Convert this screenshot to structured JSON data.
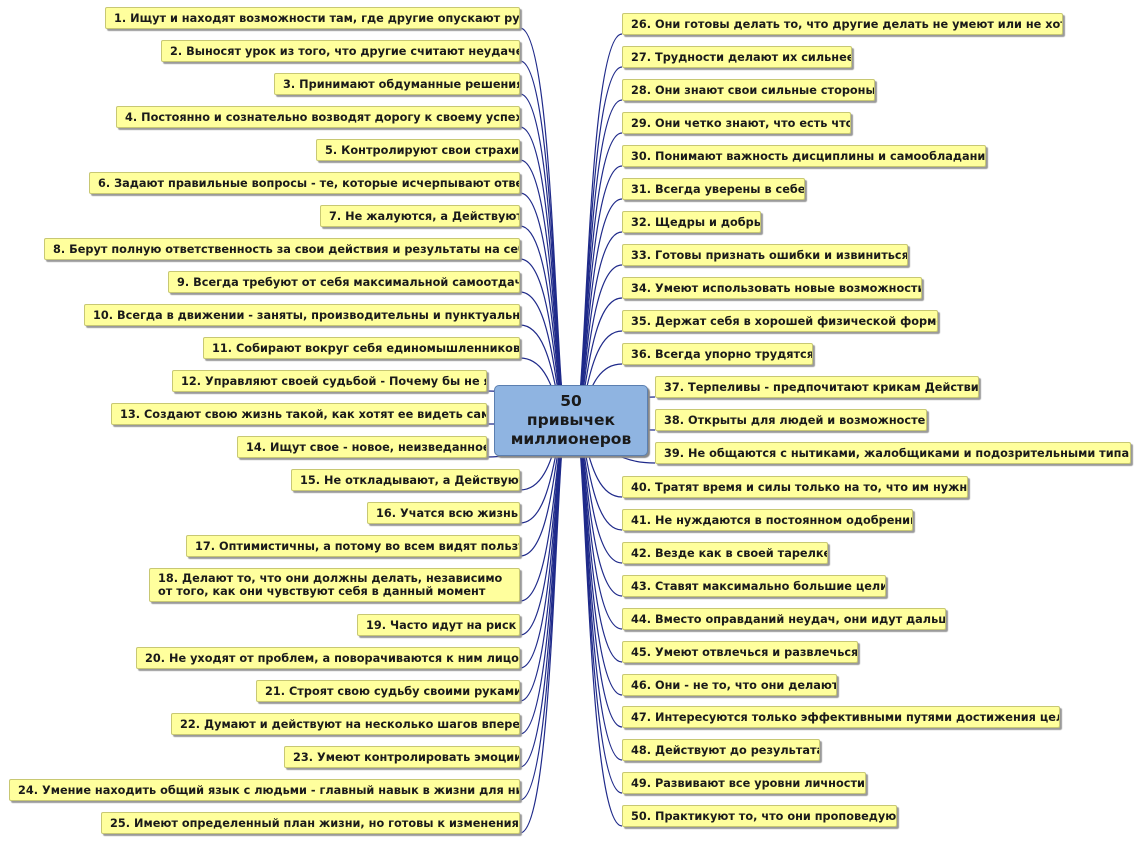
{
  "central": {
    "line1": "50",
    "line2": "привычек",
    "line3": "миллионеров"
  },
  "left": [
    {
      "num": "1.",
      "text": "Ищут и находят возможности там, где другие опускают руки"
    },
    {
      "num": "2.",
      "text": "Выносят урок из того, что другие считают неудачей"
    },
    {
      "num": "3.",
      "text": "Принимают обдуманные решения"
    },
    {
      "num": "4.",
      "text": "Постоянно и сознательно возводят дорогу к своему успеху"
    },
    {
      "num": "5.",
      "text": "Контролируют свои страхи"
    },
    {
      "num": "6.",
      "text": "Задают правильные вопросы - те, которые исчерпывают ответ"
    },
    {
      "num": "7.",
      "text": "Не жалуются, а Действуют"
    },
    {
      "num": "8.",
      "text": "Берут полную ответственность за свои действия и результаты на себя"
    },
    {
      "num": "9.",
      "text": "Всегда требуют от себя максимальной самоотдачи"
    },
    {
      "num": "10.",
      "text": "Всегда в движении - заняты, производительны и пунктуальны"
    },
    {
      "num": "11.",
      "text": "Собирают вокруг себя единомышленников"
    },
    {
      "num": "12.",
      "text": "Управляют своей судьбой - Почему бы не я"
    },
    {
      "num": "13.",
      "text": "Создают свою жизнь такой, как хотят ее видеть сами"
    },
    {
      "num": "14.",
      "text": "Ищут свое - новое, неизведанное"
    },
    {
      "num": "15.",
      "text": "Не откладывают, а Действуют"
    },
    {
      "num": "16.",
      "text": "Учатся всю жизнь"
    },
    {
      "num": "17.",
      "text": "Оптимистичны, а потому во всем видят пользу"
    },
    {
      "num": "18.",
      "text": "Делают то, что они должны делать, независимо от того, как они чувствуют себя в данный момент"
    },
    {
      "num": "19.",
      "text": "Часто идут на риск"
    },
    {
      "num": "20.",
      "text": "Не уходят от проблем, а поворачиваются к ним лицом"
    },
    {
      "num": "21.",
      "text": "Строят свою судьбу своими руками"
    },
    {
      "num": "22.",
      "text": "Думают и действуют на несколько шагов вперед"
    },
    {
      "num": "23.",
      "text": "Умеют контролировать эмоции"
    },
    {
      "num": "24.",
      "text": "Умение находить общий язык с людьми - главный навык в жизни для них"
    },
    {
      "num": "25.",
      "text": "Имеют определенный план жизни, но готовы к изменениям"
    }
  ],
  "right": [
    {
      "num": "26.",
      "text": "Они готовы делать то, что другие делать не умеют или не хотят"
    },
    {
      "num": "27.",
      "text": "Трудности делают их сильнее"
    },
    {
      "num": "28.",
      "text": "Они знают свои сильные стороны"
    },
    {
      "num": "29.",
      "text": "Они четко знают, что есть что"
    },
    {
      "num": "30.",
      "text": "Понимают важность дисциплины и самообладания"
    },
    {
      "num": "31.",
      "text": "Всегда уверены в себе"
    },
    {
      "num": "32.",
      "text": "Щедры и добры"
    },
    {
      "num": "33.",
      "text": "Готовы признать ошибки и извиниться"
    },
    {
      "num": "34.",
      "text": "Умеют использовать новые возможности"
    },
    {
      "num": "35.",
      "text": "Держат себя в хорошей физической форме"
    },
    {
      "num": "36.",
      "text": "Всегда упорно трудятся"
    },
    {
      "num": "37.",
      "text": "Терпеливы - предпочитают крикам Действия"
    },
    {
      "num": "38.",
      "text": "Открыты для людей и возможностей"
    },
    {
      "num": "39.",
      "text": "Не общаются с нытиками, жалобщиками и подозрительными типами"
    },
    {
      "num": "40.",
      "text": "Тратят время и силы только на то, что им нужно"
    },
    {
      "num": "41.",
      "text": "Не нуждаются в постоянном одобрении"
    },
    {
      "num": "42.",
      "text": "Везде как в своей тарелке"
    },
    {
      "num": "43.",
      "text": "Ставят максимально большие цели"
    },
    {
      "num": "44.",
      "text": "Вместо оправданий неудач, они идут дальше"
    },
    {
      "num": "45.",
      "text": "Умеют отвлечься и развлечься"
    },
    {
      "num": "46.",
      "text": "Они - не то, что они делают"
    },
    {
      "num": "47.",
      "text": "Интересуются только эффективными путями достижения цели"
    },
    {
      "num": "48.",
      "text": "Действуют до результата"
    },
    {
      "num": "49.",
      "text": "Развивают все уровни личности"
    },
    {
      "num": "50.",
      "text": "Практикуют то, что они проповедуют"
    }
  ],
  "colors": {
    "node_fill": "#ffff9d",
    "node_border": "#c8c873",
    "central_fill": "#8fb4e1",
    "connector": "#1f2a8a"
  }
}
